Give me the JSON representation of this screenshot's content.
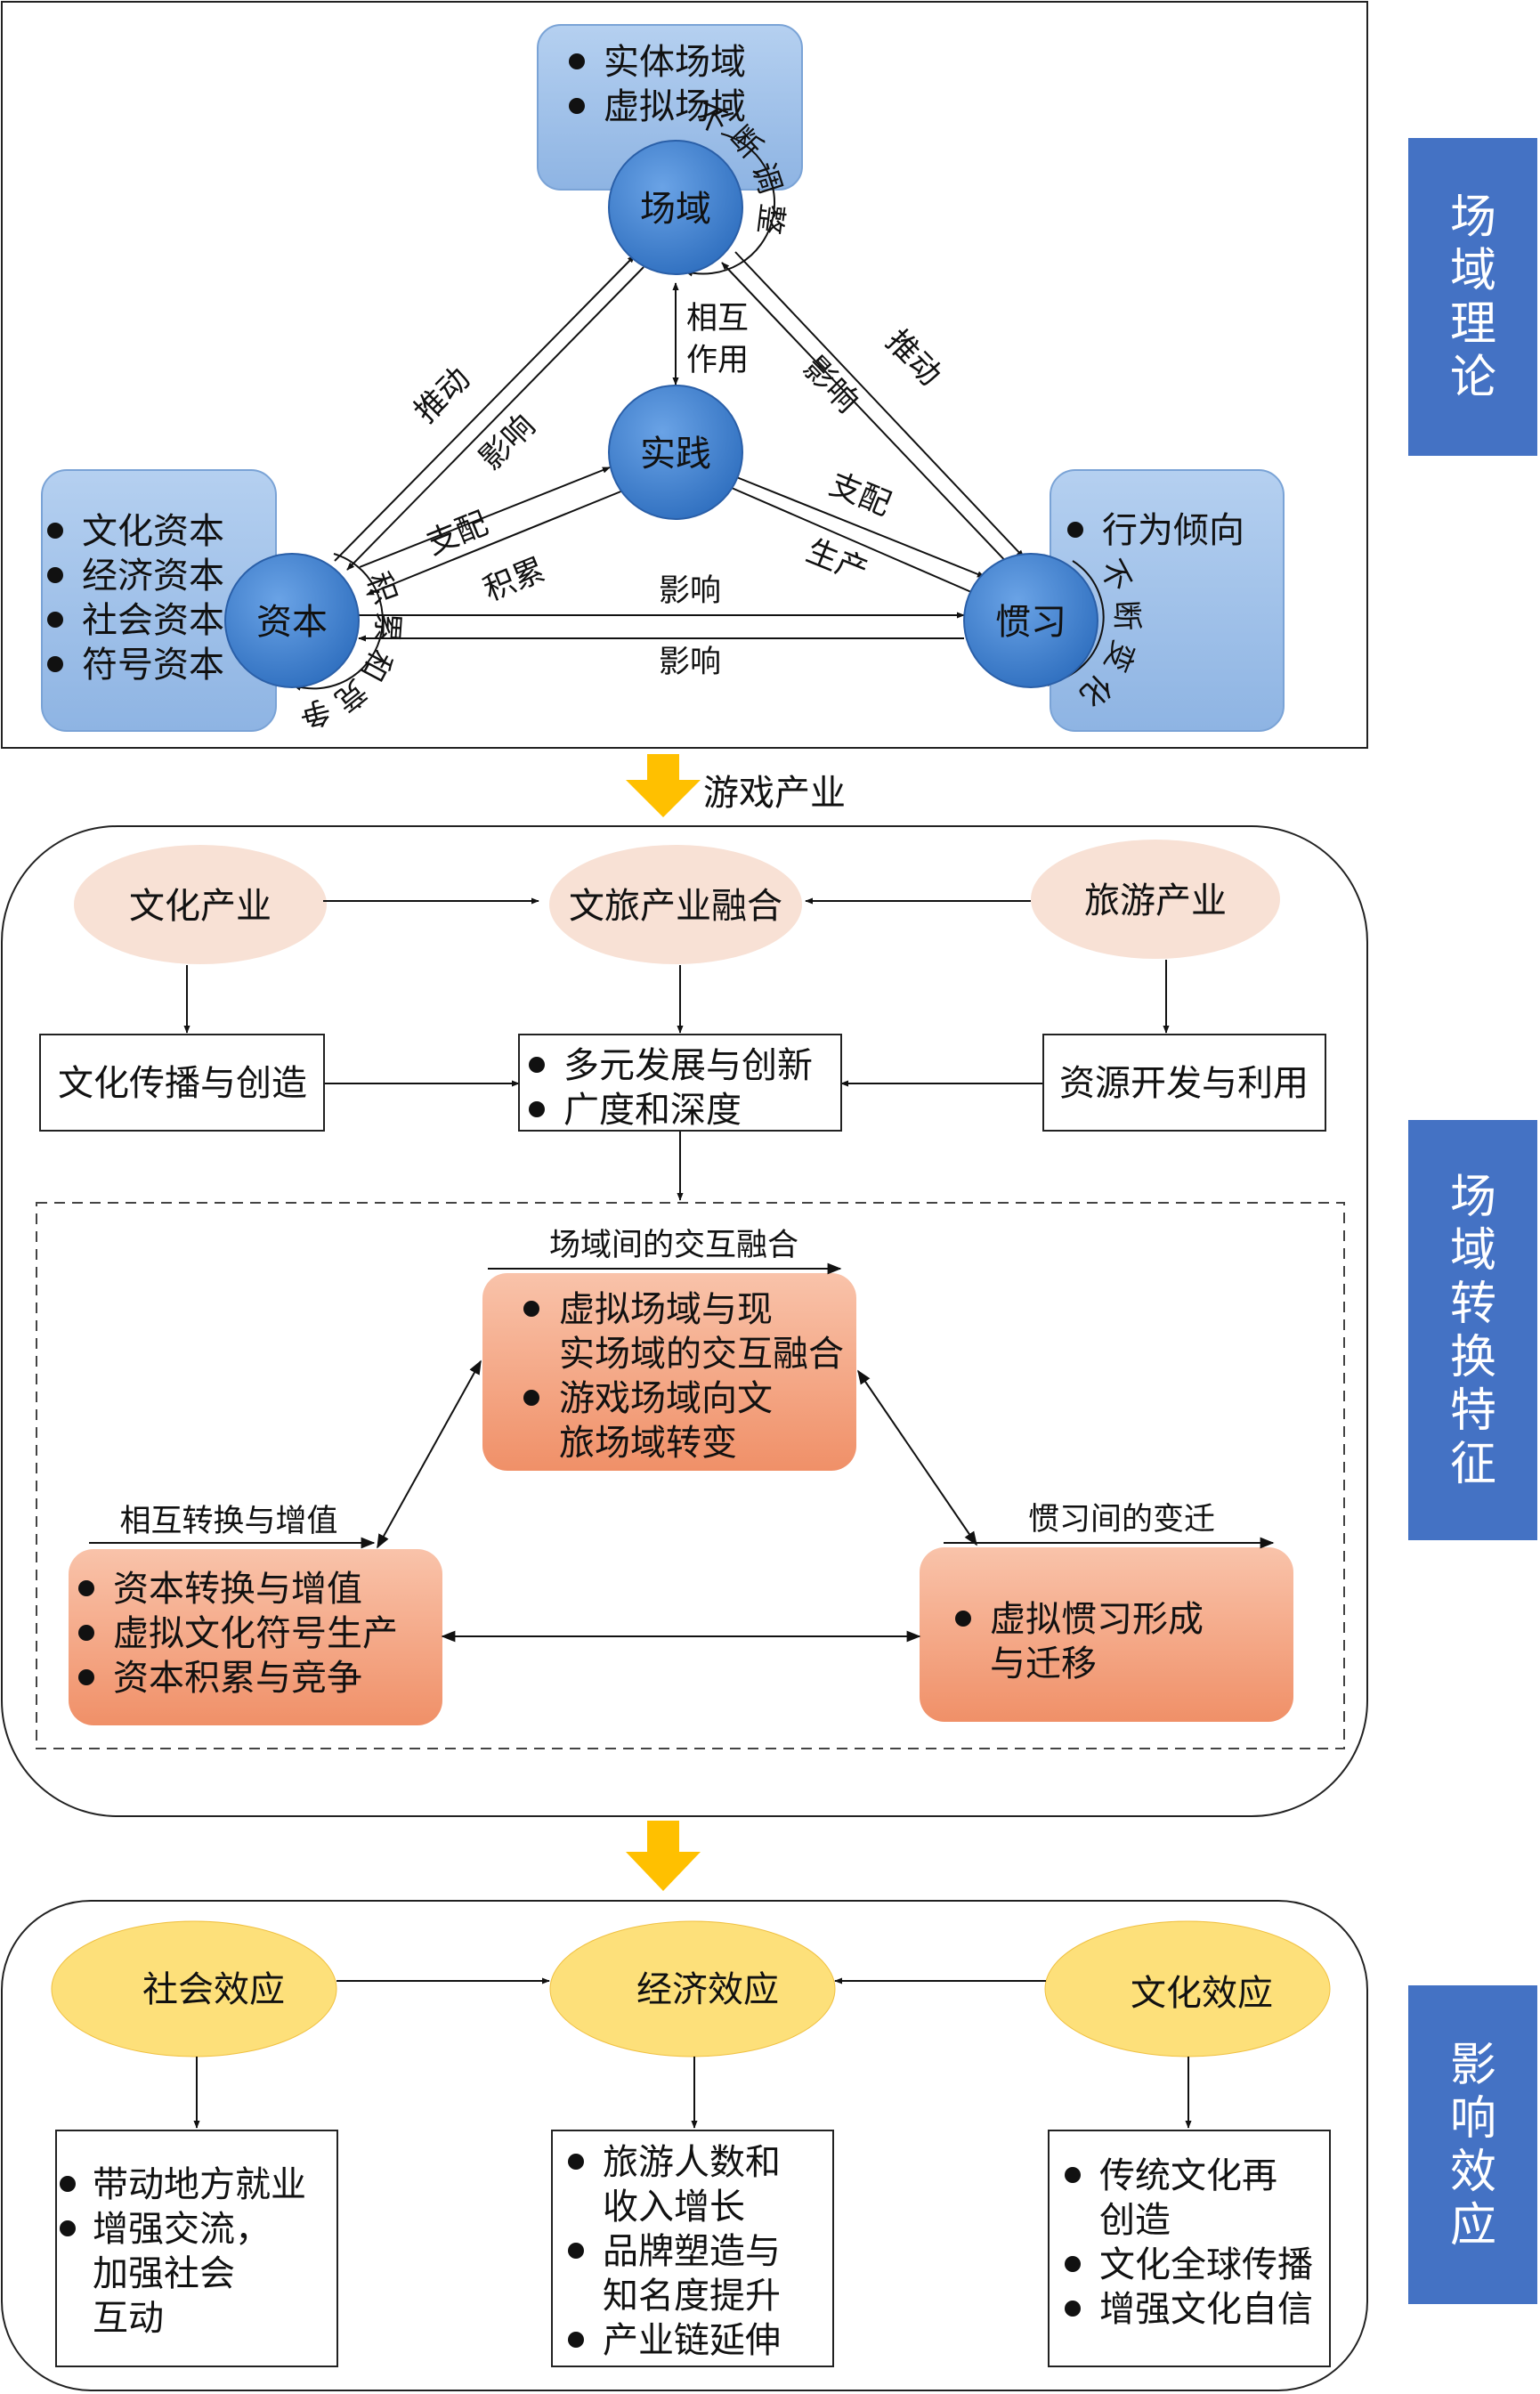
{
  "side_titles": {
    "field_theory": "场域理论",
    "transformation": "场域转换特征",
    "impact": "影响效应"
  },
  "colors": {
    "side_bar": "#4472C4",
    "node_blue": "#3C7FCF",
    "pale_blue_box": "#9DC0E8",
    "pink_ellipse": "#F8E1D5",
    "salmon_box": "#F4A583",
    "yellow_ellipse": "#FDE07A",
    "arrow_gold": "#FFC000"
  },
  "field_theory": {
    "nodes": {
      "field": "场域",
      "practice": "实践",
      "capital": "资本",
      "habitus": "惯习"
    },
    "field_box": [
      "实体场域",
      "虚拟场域"
    ],
    "capital_box": [
      "文化资本",
      "经济资本",
      "社会资本",
      "符号资本"
    ],
    "habitus_box": [
      "行为倾向"
    ],
    "cycle_labels": {
      "field": "不断调整",
      "capital": "积累和竞争",
      "habitus": "不断变化"
    },
    "edge_labels": {
      "capital_to_field": "推动",
      "field_to_capital": "影响",
      "field_to_habitus": "影响",
      "habitus_to_field": "推动",
      "field_practice": "相互作用",
      "capital_to_practice": "支配",
      "practice_to_capital": "积累",
      "practice_to_habitus": "支配",
      "habitus_to_practice": "生产",
      "capital_to_habitus": "影响",
      "habitus_to_capital": "影响"
    }
  },
  "transition_label": "游戏产业",
  "transformation": {
    "ellipses": {
      "culture": "文化产业",
      "fusion": "文旅产业融合",
      "tourism": "旅游产业"
    },
    "boxes": {
      "culture": "文化传播与创造",
      "fusion": [
        "多元发展与创新",
        "广度和深度"
      ],
      "tourism": "资源开发与利用"
    },
    "inner": {
      "top_label": "场域间的交互融合",
      "top_items": [
        "虚拟场域与现实场域的交互融合",
        "游戏场域向文旅场域转变"
      ],
      "left_label": "相互转换与增值",
      "left_items": [
        "资本转换与增值",
        "虚拟文化符号生产",
        "资本积累与竞争"
      ],
      "right_label": "惯习间的变迁",
      "right_items": [
        "虚拟惯习形成与迁移"
      ]
    }
  },
  "impact": {
    "ellipses": {
      "social": "社会效应",
      "economic": "经济效应",
      "cultural": "文化效应"
    },
    "social_items": [
      "带动地方就业",
      "增强交流，加强社会互动"
    ],
    "economic_items": [
      "旅游人数和收入增长",
      "品牌塑造与知名度提升",
      "产业链延伸"
    ],
    "cultural_items": [
      "传统文化再创造",
      "文化全球传播",
      "增强文化自信"
    ]
  }
}
